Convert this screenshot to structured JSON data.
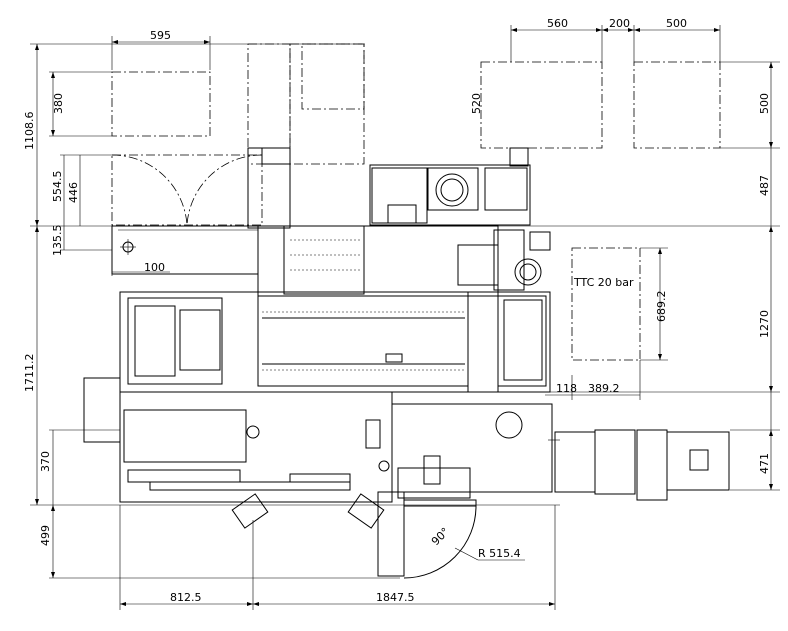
{
  "drawing": {
    "dimensions": {
      "d595": "595",
      "d560": "560",
      "d200": "200",
      "d500_top": "500",
      "d380": "380",
      "d520": "520",
      "d500_right": "500",
      "d1108": "1108.6",
      "d554": "554.5",
      "d446": "446",
      "d487": "487",
      "d135": "135.5",
      "d100": "100",
      "d1711": "1711.2",
      "d689": "689.2",
      "d1270": "1270",
      "d118": "118",
      "d389": "389.2",
      "d370": "370",
      "d471": "471",
      "d499": "499",
      "d812": "812.5",
      "d1847": "1847.5",
      "angle": "90°",
      "radius": "R 515.4"
    },
    "labels": {
      "ttc": "TTC 20 bar"
    }
  }
}
